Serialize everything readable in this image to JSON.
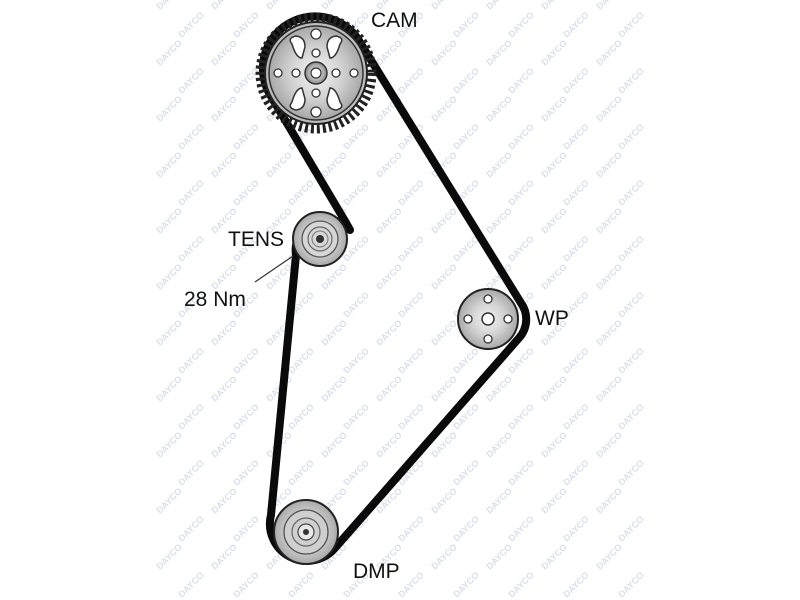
{
  "diagram": {
    "labels": {
      "cam": "CAM",
      "tens": "TENS",
      "torque": "28 Nm",
      "wp": "WP",
      "dmp": "DMP"
    },
    "watermark_text": "DAYCO",
    "colors": {
      "belt": "#0a0a0a",
      "pulley_fill": "#c9c9c9",
      "pulley_stroke": "#222222",
      "watermark": "#cfd8e6",
      "text": "#111111"
    }
  }
}
